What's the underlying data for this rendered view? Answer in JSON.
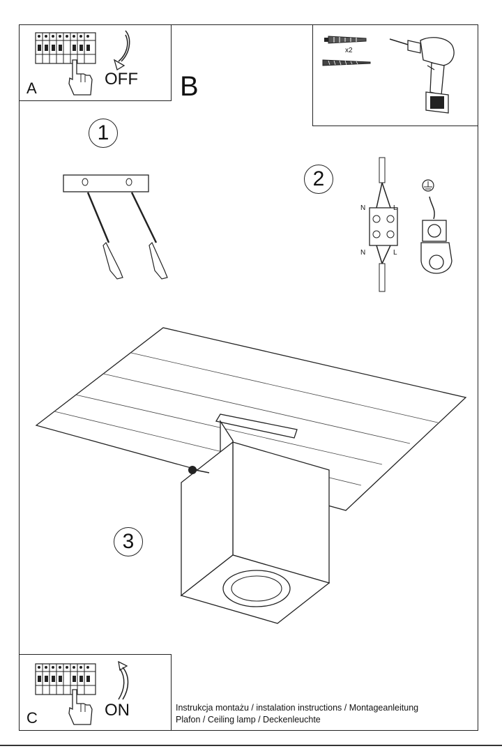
{
  "panel_a": {
    "letter": "A",
    "action": "OFF"
  },
  "section_b": {
    "letter": "B"
  },
  "tools": {
    "quantity": "x2"
  },
  "steps": {
    "one": "1",
    "two": "2",
    "three": "3"
  },
  "wiring": {
    "left_top": "N",
    "right_top": "L",
    "left_bottom": "N",
    "right_bottom": "L"
  },
  "panel_c": {
    "letter": "C",
    "action": "ON"
  },
  "captions": {
    "line1": "Instrukcja montażu / instalation instructions / Montageanleitung",
    "line2": "Plafon / Ceiling lamp / Deckenleuchte"
  }
}
